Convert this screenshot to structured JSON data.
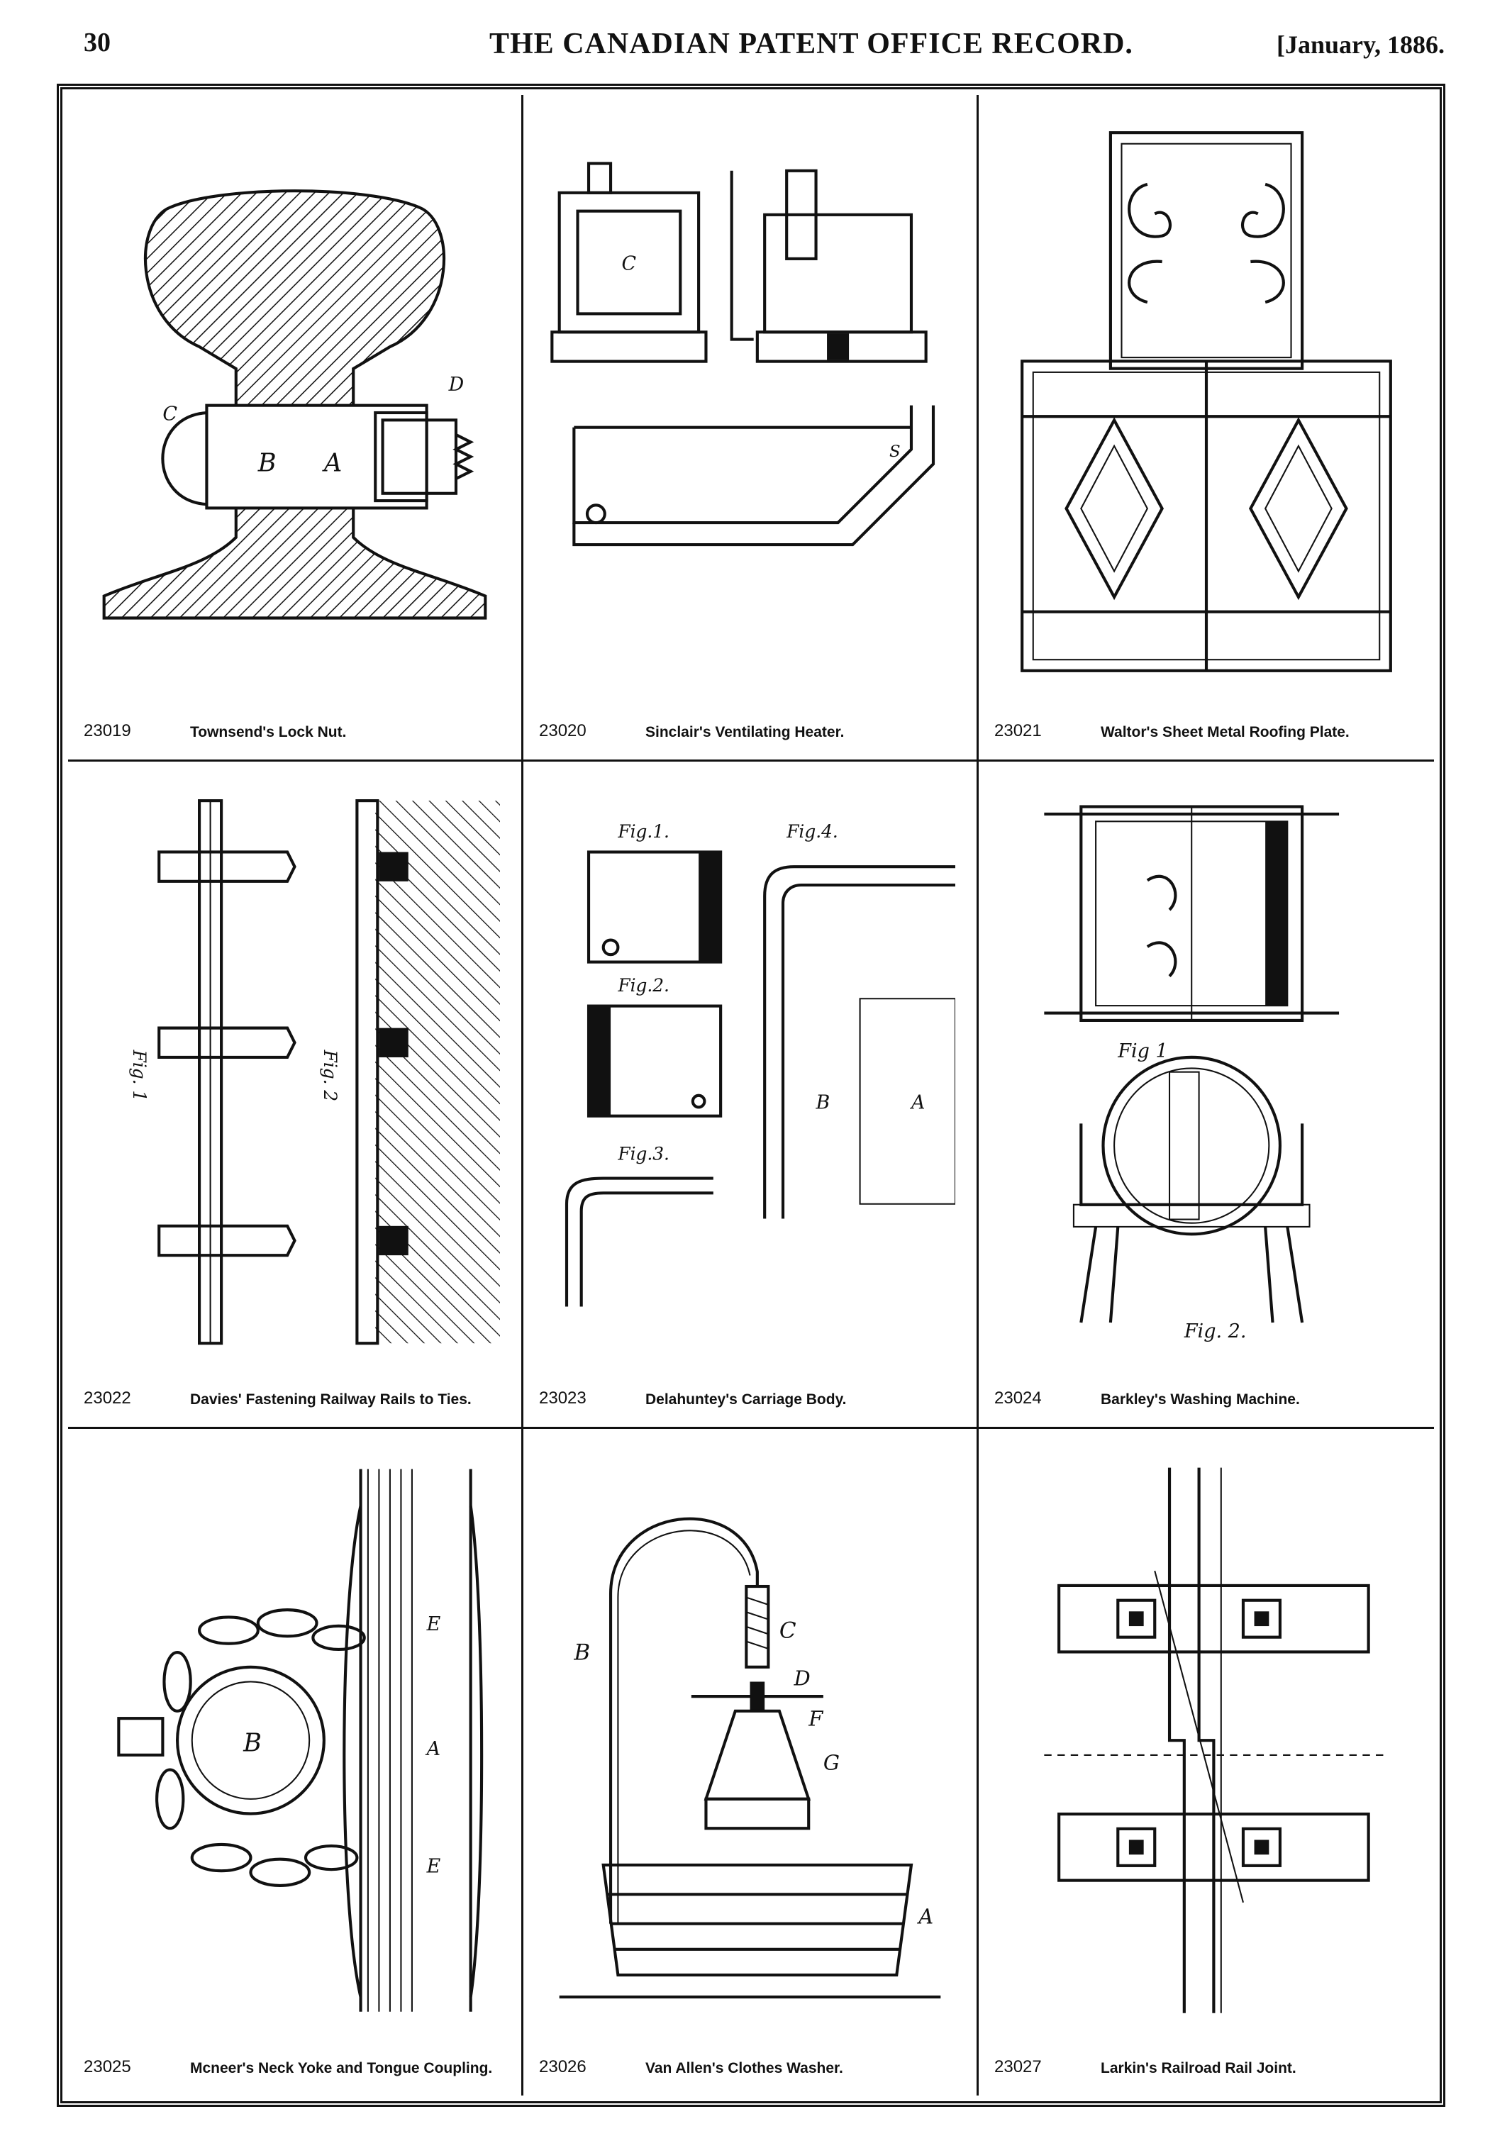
{
  "header": {
    "page_number": "30",
    "journal_title": "THE CANADIAN PATENT OFFICE RECORD.",
    "issue_date": "[January, 1886."
  },
  "patents": [
    {
      "number": "23019",
      "title": "Townsend's Lock Nut."
    },
    {
      "number": "23020",
      "title": "Sinclair's Ventilating Heater."
    },
    {
      "number": "23021",
      "title": "Waltor's Sheet Metal Roofing Plate."
    },
    {
      "number": "23022",
      "title": "Davies' Fastening Railway Rails to Ties."
    },
    {
      "number": "23023",
      "title": "Delahuntey's Carriage Body."
    },
    {
      "number": "23024",
      "title": "Barkley's Washing Machine."
    },
    {
      "number": "23025",
      "title": "Mcneer's Neck Yoke and Tongue Coupling."
    },
    {
      "number": "23026",
      "title": "Van Allen's Clothes Washer."
    },
    {
      "number": "23027",
      "title": "Larkin's Railroad Rail Joint."
    }
  ],
  "figure_labels": {
    "p23023": [
      "Fig.1.",
      "Fig.2.",
      "Fig.3.",
      "Fig.4."
    ],
    "p23024": [
      "Fig 1",
      "Fig. 2."
    ]
  }
}
